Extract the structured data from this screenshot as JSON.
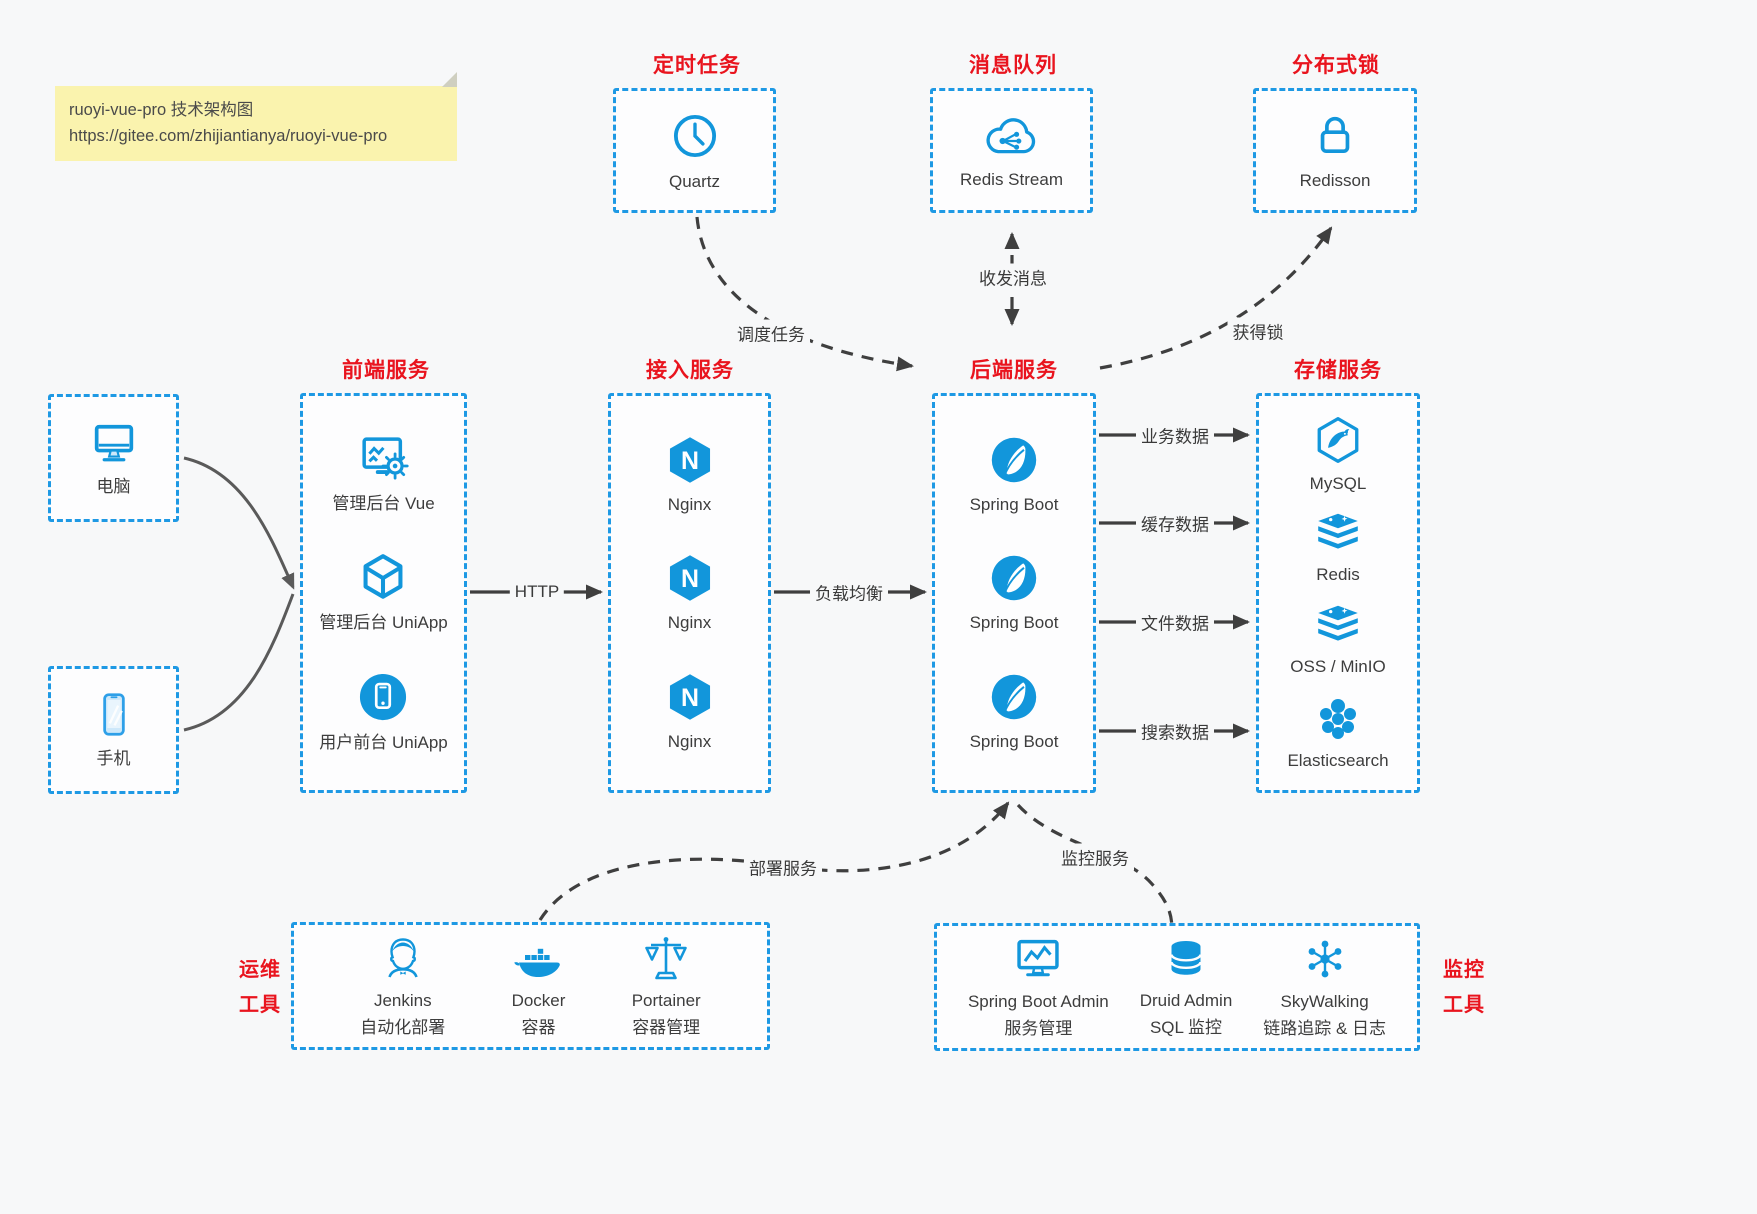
{
  "note": {
    "line1": "ruoyi-vue-pro 技术架构图",
    "line2": "https://gitee.com/zhijiantianya/ruoyi-vue-pro"
  },
  "colors": {
    "accent_blue": "#1296db",
    "border_blue": "#1e99e4",
    "title_red": "#e9141e",
    "arrow_dark": "#3f3f3f",
    "note_yellow": "#faf3ae"
  },
  "icons": {
    "nginx_letter": "N"
  },
  "groups": {
    "scheduler": {
      "title": "定时任务",
      "items": [
        {
          "name": "Quartz"
        }
      ]
    },
    "mq": {
      "title": "消息队列",
      "items": [
        {
          "name": "Redis Stream"
        }
      ]
    },
    "lock": {
      "title": "分布式锁",
      "items": [
        {
          "name": "Redisson"
        }
      ]
    },
    "devices": {
      "items": [
        {
          "name": "电脑"
        },
        {
          "name": "手机"
        }
      ]
    },
    "frontend": {
      "title": "前端服务",
      "items": [
        {
          "name": "管理后台 Vue"
        },
        {
          "name": "管理后台 UniApp"
        },
        {
          "name": "用户前台 UniApp"
        }
      ]
    },
    "gateway": {
      "title": "接入服务",
      "items": [
        {
          "name": "Nginx"
        },
        {
          "name": "Nginx"
        },
        {
          "name": "Nginx"
        }
      ]
    },
    "backend": {
      "title": "后端服务",
      "items": [
        {
          "name": "Spring Boot"
        },
        {
          "name": "Spring Boot"
        },
        {
          "name": "Spring Boot"
        }
      ]
    },
    "storage": {
      "title": "存储服务",
      "items": [
        {
          "name": "MySQL"
        },
        {
          "name": "Redis"
        },
        {
          "name": "OSS / MinIO"
        },
        {
          "name": "Elasticsearch"
        }
      ]
    },
    "ops": {
      "title_line1": "运维",
      "title_line2": "工具",
      "items": [
        {
          "name": "Jenkins",
          "sub": "自动化部署"
        },
        {
          "name": "Docker",
          "sub": "容器"
        },
        {
          "name": "Portainer",
          "sub": "容器管理"
        }
      ]
    },
    "monitoring": {
      "title_line1": "监控",
      "title_line2": "工具",
      "items": [
        {
          "name": "Spring Boot Admin",
          "sub": "服务管理"
        },
        {
          "name": "Druid Admin",
          "sub": "SQL 监控"
        },
        {
          "name": "SkyWalking",
          "sub": "链路追踪 & 日志"
        }
      ]
    }
  },
  "edges": {
    "schedule": "调度任务",
    "messaging": "收发消息",
    "acquire_lock": "获得锁",
    "http": "HTTP",
    "load_balance": "负载均衡",
    "business_data": "业务数据",
    "cache_data": "缓存数据",
    "file_data": "文件数据",
    "search_data": "搜索数据",
    "deploy": "部署服务",
    "monitor": "监控服务"
  }
}
